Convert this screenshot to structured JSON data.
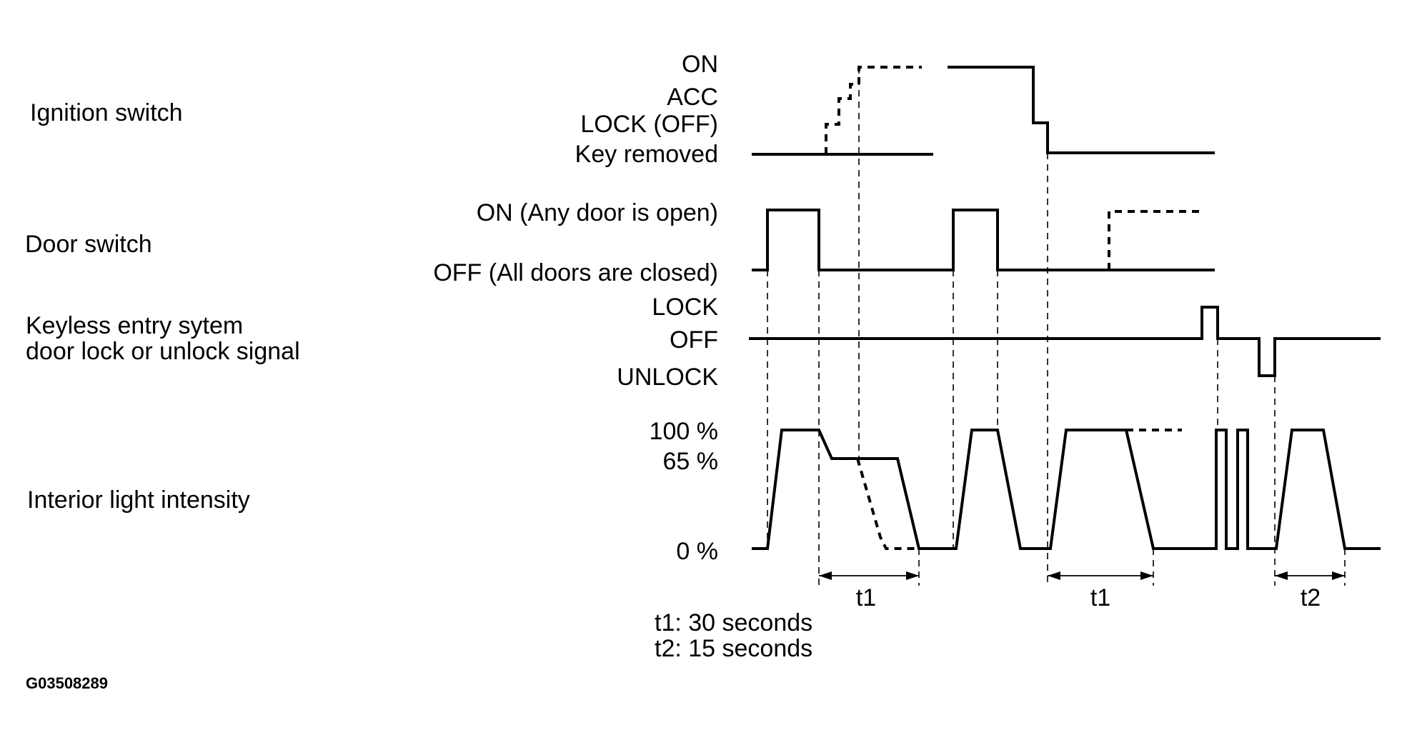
{
  "rows": {
    "ignition": "Ignition switch",
    "door": "Door switch",
    "keyless_line1": "Keyless entry sytem",
    "keyless_line2": "door lock or unlock signal",
    "light": "Interior light intensity"
  },
  "states": {
    "ignition": [
      "ON",
      "ACC",
      "LOCK (OFF)",
      "Key removed"
    ],
    "door": [
      "ON (Any door is open)",
      "OFF (All doors are closed)"
    ],
    "keyless": [
      "LOCK",
      "OFF",
      "UNLOCK"
    ],
    "light": [
      "100 %",
      "65 %",
      "0 %"
    ]
  },
  "intervals": [
    "t1",
    "t1",
    "t2"
  ],
  "notes": [
    "t1: 30 seconds",
    "t2: 15 seconds"
  ],
  "figure_code": "G03508289"
}
